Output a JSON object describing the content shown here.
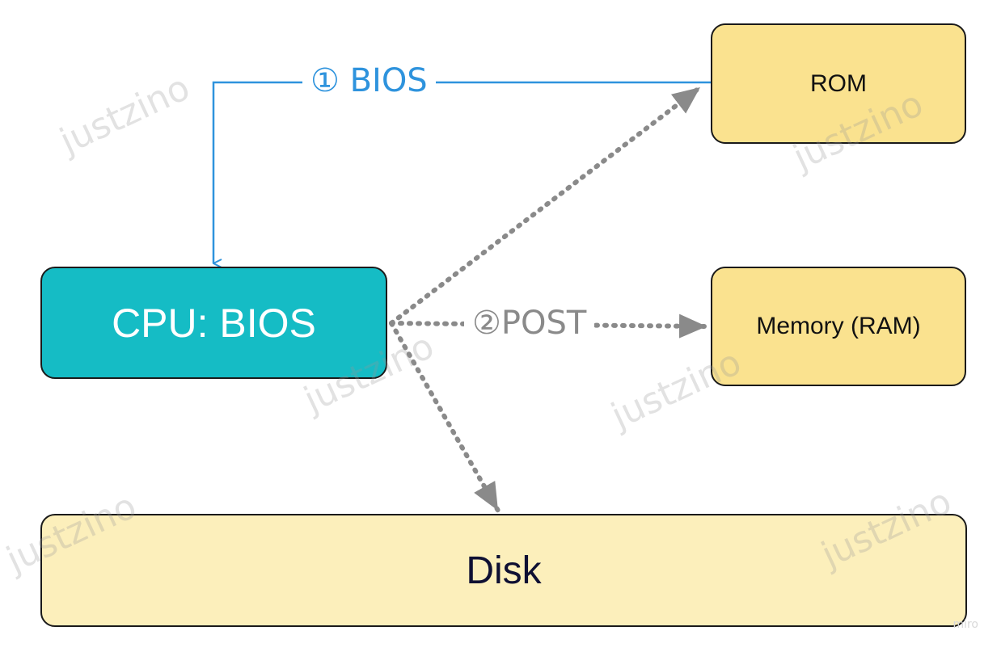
{
  "nodes": {
    "rom": "ROM",
    "memory": "Memory (RAM)",
    "cpu": "CPU: BIOS",
    "disk": "Disk"
  },
  "edges": {
    "bios_label": "① BIOS",
    "post_label": "②POST"
  },
  "watermark": "justzino",
  "corner_mark": "miro",
  "colors": {
    "rom_fill": "#fae28f",
    "ram_fill": "#fae28f",
    "cpu_fill": "#15bcc5",
    "disk_fill": "#fcefbb",
    "bios_arrow": "#2e93dd",
    "post_arrow": "#8a8a8a"
  }
}
